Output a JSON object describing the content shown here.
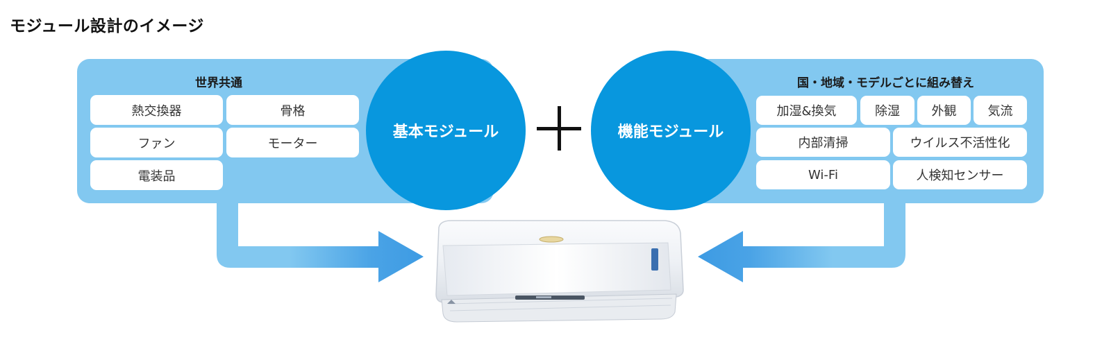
{
  "title": "モジュール設計のイメージ",
  "left_panel": {
    "title": "世界共通",
    "items": [
      "熱交換器",
      "骨格",
      "ファン",
      "モーター",
      "電装品"
    ]
  },
  "right_panel": {
    "title": "国・地域・モデルごとに組み替え",
    "items": [
      "加湿&換気",
      "除湿",
      "外観",
      "気流",
      "内部清掃",
      "ウイルス不活性化",
      "Wi-Fi",
      "人検知センサー"
    ]
  },
  "circles": {
    "basic": "基本モジュール",
    "function": "機能モジュール"
  },
  "colors": {
    "panel": "#82c8f0",
    "circle": "#0897de",
    "arrow_dark": "#3d9be3",
    "arrow_light": "#82c8f0"
  },
  "icons": {
    "plus": "plus-icon",
    "product": "air-conditioner-icon"
  }
}
